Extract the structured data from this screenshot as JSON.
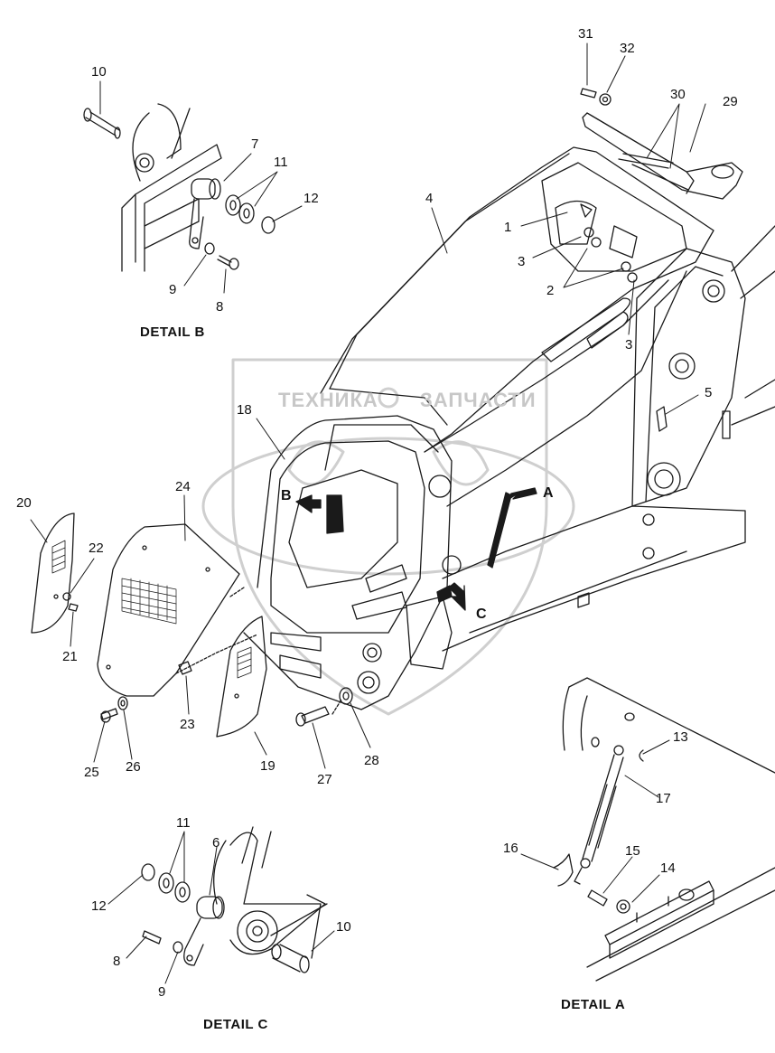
{
  "watermark": {
    "text_left": "ТЕХНИКА",
    "text_right": "ЗАПЧАСТИ",
    "logo_icon": "gear-icon",
    "color": "#c7c7c7"
  },
  "details": {
    "b": "DETAIL B",
    "c": "DETAIL C",
    "a": "DETAIL A"
  },
  "view_markers": {
    "a": "A",
    "b": "B",
    "c": "C"
  },
  "callouts": {
    "p1": "1",
    "p2": "2",
    "p3a": "3",
    "p3b": "3",
    "p4": "4",
    "p5": "5",
    "p6": "6",
    "p7": "7",
    "p8b": "8",
    "p8c": "8",
    "p9b": "9",
    "p9c": "9",
    "p10b": "10",
    "p10c": "10",
    "p11b": "11",
    "p11c": "11",
    "p12b": "12",
    "p12c": "12",
    "p13": "13",
    "p14": "14",
    "p15": "15",
    "p16": "16",
    "p17": "17",
    "p18": "18",
    "p19": "19",
    "p20": "20",
    "p21": "21",
    "p22": "22",
    "p23": "23",
    "p24": "24",
    "p25": "25",
    "p26": "26",
    "p27": "27",
    "p28": "28",
    "p29": "29",
    "p30": "30",
    "p31": "31",
    "p32": "32"
  }
}
